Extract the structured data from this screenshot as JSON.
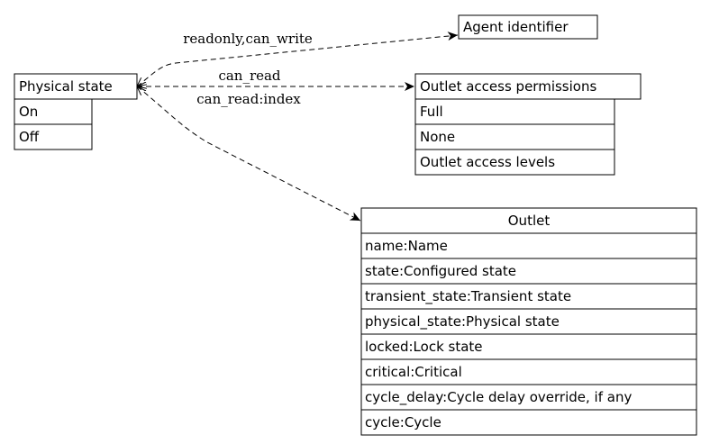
{
  "nodes": {
    "physical_state": {
      "title": "Physical state",
      "rows": [
        "On",
        "Off"
      ]
    },
    "agent_identifier": {
      "title": "Agent identifier"
    },
    "outlet_access_permissions": {
      "title": "Outlet access permissions",
      "rows": [
        "Full",
        "None",
        "Outlet access levels"
      ]
    },
    "outlet": {
      "title": "Outlet",
      "rows": [
        "name:Name",
        "state:Configured state",
        "transient_state:Transient state",
        "physical_state:Physical state",
        "locked:Lock state",
        "critical:Critical",
        "cycle_delay:Cycle delay override, if any",
        "cycle:Cycle"
      ]
    }
  },
  "edges": [
    {
      "from": "physical_state",
      "to": "agent_identifier",
      "label": "readonly,can_write"
    },
    {
      "from": "physical_state",
      "to": "outlet_access_permissions",
      "label": "can_read"
    },
    {
      "from": "physical_state",
      "to": "outlet",
      "label": "can_read:index"
    }
  ]
}
